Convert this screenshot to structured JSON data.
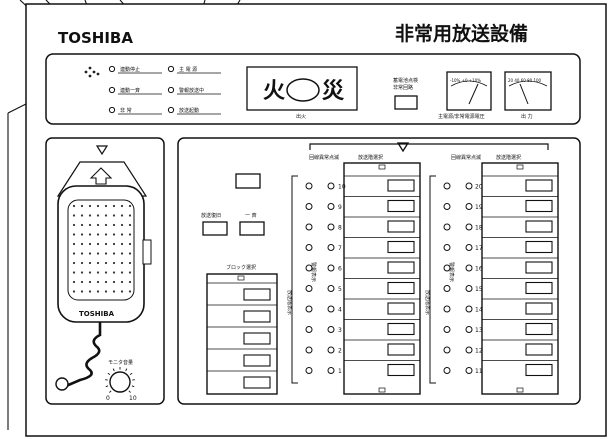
{
  "brand": "TOSHIBA",
  "title": "非常用放送設備",
  "status_lamps": [
    {
      "label": "連動停止"
    },
    {
      "label": "連動一斉"
    },
    {
      "label": "非 常"
    },
    {
      "label": "主 電 源"
    },
    {
      "label": "警報放送中"
    },
    {
      "label": "放送起動"
    }
  ],
  "fire_display": {
    "left_char": "火",
    "right_char": "災",
    "caption": "出火"
  },
  "battery_button_label": "蓄電池点検\n非常回路",
  "meters": [
    {
      "name": "voltmeter",
      "scale": "-10%  ±0  +10%",
      "caption": "主電源/非常電源電圧"
    },
    {
      "name": "output-meter",
      "scale": "20 40 60 80 100",
      "caption": "出 力"
    }
  ],
  "mic_panel": {
    "mic_brand": "TOSHIBA",
    "monitor_label": "モニタ音量",
    "knob_min": "0",
    "knob_max": "10"
  },
  "control_buttons": {
    "clear_label": "",
    "left_label": "放送復旧",
    "right_label": "一 斉"
  },
  "block_select": {
    "title": "ブロック選択",
    "rows": 5
  },
  "zone_panels": {
    "left": {
      "status_title": "回線異常点滅",
      "select_title": "放送階選択",
      "side_label_a": "放送階表示",
      "side_label_b": "警報表示",
      "numbers": [
        "10",
        "9",
        "8",
        "7",
        "6",
        "5",
        "4",
        "3",
        "2",
        "1"
      ]
    },
    "right": {
      "status_title": "回線異常点滅",
      "select_title": "放送階選択",
      "side_label_a": "放送階表示",
      "side_label_b": "警報表示",
      "numbers": [
        "20",
        "19",
        "18",
        "17",
        "16",
        "15",
        "14",
        "13",
        "12",
        "11"
      ]
    }
  }
}
